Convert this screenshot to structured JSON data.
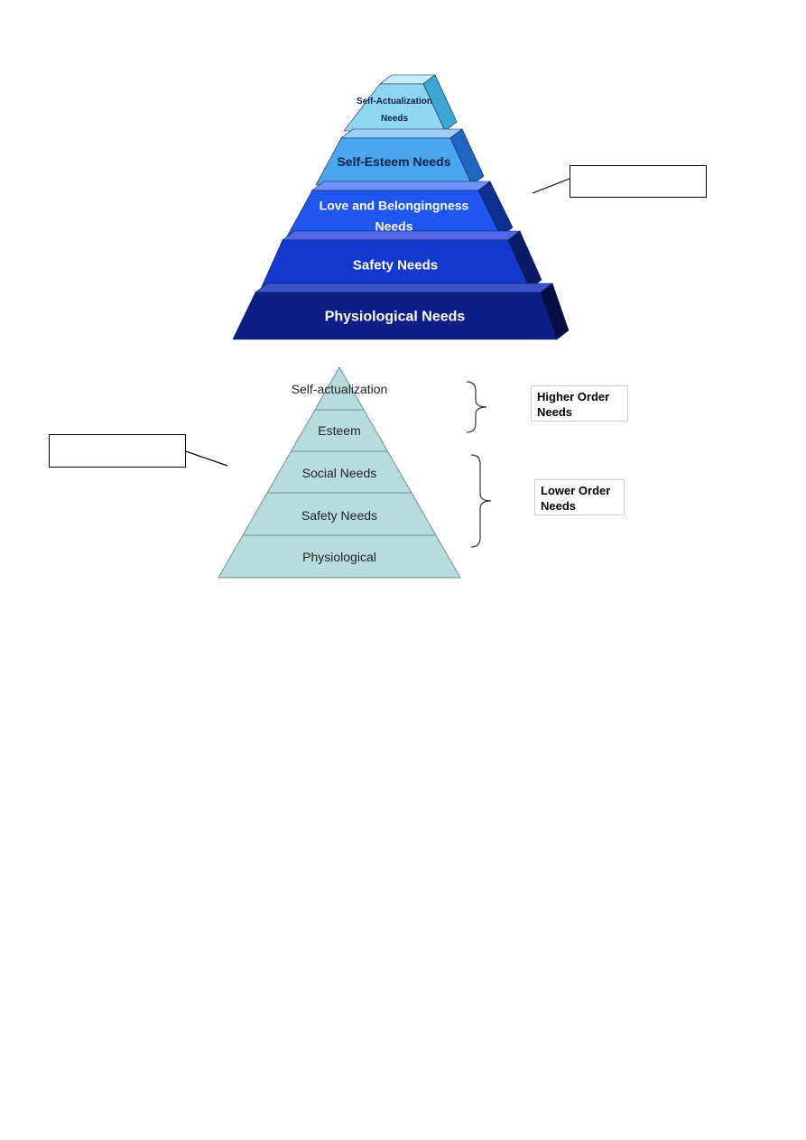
{
  "pyramid_3d": {
    "levels": [
      {
        "line1": "Self-Actualization",
        "line2": "Needs",
        "front": "#8fd6f5",
        "side": "#3fa7d8",
        "top": "#c7ecfb"
      },
      {
        "line1": "Self-Esteem Needs",
        "line2": "",
        "front": "#4aa6ee",
        "side": "#1e66c2",
        "top": "#9bcff6"
      },
      {
        "line1": "Love and Belongingness",
        "line2": "Needs",
        "front": "#1f56f0",
        "side": "#0f2f92",
        "top": "#6f94ff"
      },
      {
        "line1": "Safety Needs",
        "line2": "",
        "front": "#1437cc",
        "side": "#0a1c68",
        "top": "#5067e6"
      },
      {
        "line1": "Physiological Needs",
        "line2": "",
        "front": "#0d1f86",
        "side": "#060f45",
        "top": "#3a53c8"
      }
    ]
  },
  "pyramid_flat": {
    "fill": "#b7dcdf",
    "line": "#6f8f93",
    "levels": [
      "Self-actualization",
      "Esteem",
      "Social Needs",
      "Safety Needs",
      "Physiological"
    ]
  },
  "groups": {
    "higher": "Higher Order Needs",
    "lower": "Lower Order Needs"
  }
}
